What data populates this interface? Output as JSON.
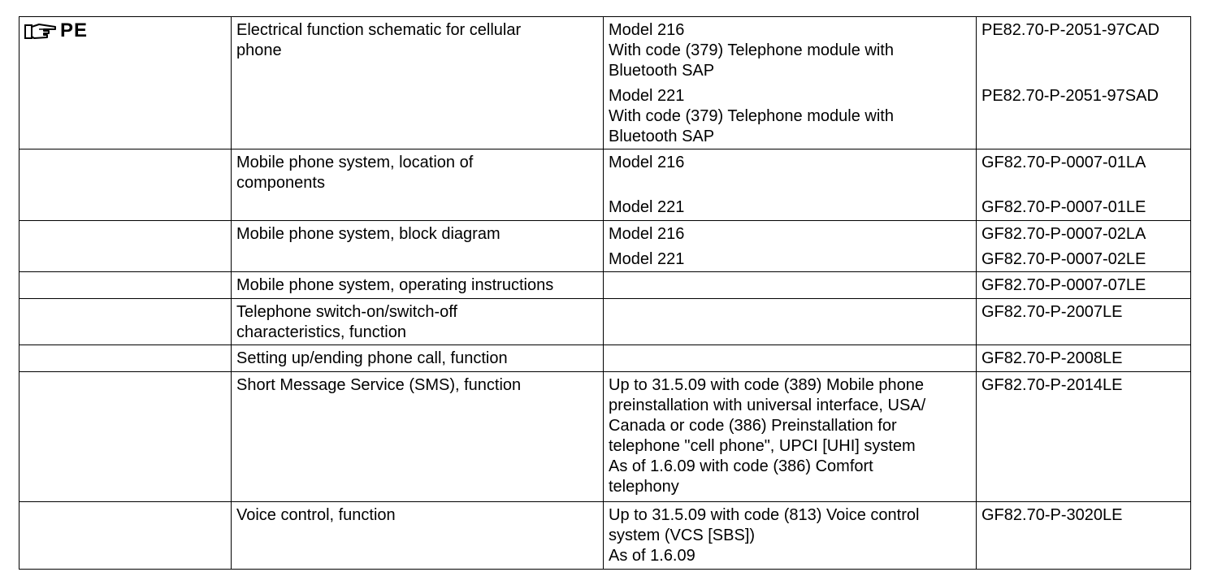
{
  "marker": {
    "label": "PE",
    "icon": "pointing-hand-icon"
  },
  "rows": [
    {
      "title": [
        "Electrical function schematic for cellular",
        "phone"
      ],
      "condition_groups": [
        [
          "Model 216",
          "With code (379) Telephone module with",
          "Bluetooth SAP"
        ],
        [
          "Model 221",
          "With code (379) Telephone module with",
          "Bluetooth SAP"
        ]
      ],
      "documents": [
        "PE82.70-P-2051-97CAD",
        "PE82.70-P-2051-97SAD"
      ]
    },
    {
      "title": [
        "Mobile phone system, location of",
        "components"
      ],
      "condition_groups": [
        [
          "Model 216"
        ],
        [
          "Model 221"
        ]
      ],
      "documents": [
        "GF82.70-P-0007-01LA",
        "GF82.70-P-0007-01LE"
      ]
    },
    {
      "title": [
        "Mobile phone system, block diagram"
      ],
      "condition_groups": [
        [
          "Model 216"
        ],
        [
          "Model 221"
        ]
      ],
      "documents": [
        "GF82.70-P-0007-02LA",
        "GF82.70-P-0007-02LE"
      ]
    },
    {
      "title": [
        "Mobile phone system, operating instructions"
      ],
      "condition_groups": [],
      "documents": [
        "GF82.70-P-0007-07LE"
      ]
    },
    {
      "title": [
        "Telephone switch-on/switch-off",
        "characteristics, function"
      ],
      "condition_groups": [],
      "documents": [
        "GF82.70-P-2007LE"
      ]
    },
    {
      "title": [
        "Setting up/ending phone call, function"
      ],
      "condition_groups": [],
      "documents": [
        "GF82.70-P-2008LE"
      ]
    },
    {
      "title": [
        "Short Message Service (SMS), function"
      ],
      "condition_groups": [
        [
          "Up to 31.5.09 with code (389) Mobile phone",
          "preinstallation with universal interface, USA/",
          "Canada or code (386) Preinstallation for",
          "telephone \"cell phone\", UPCI [UHI] system",
          "As of 1.6.09 with code (386) Comfort",
          "telephony"
        ]
      ],
      "documents": [
        "GF82.70-P-2014LE"
      ]
    },
    {
      "title": [
        "Voice control, function"
      ],
      "condition_groups": [
        [
          "Up to 31.5.09 with code (813) Voice control",
          "system (VCS [SBS])",
          "As of 1.6.09"
        ]
      ],
      "documents": [
        "GF82.70-P-3020LE"
      ]
    }
  ]
}
